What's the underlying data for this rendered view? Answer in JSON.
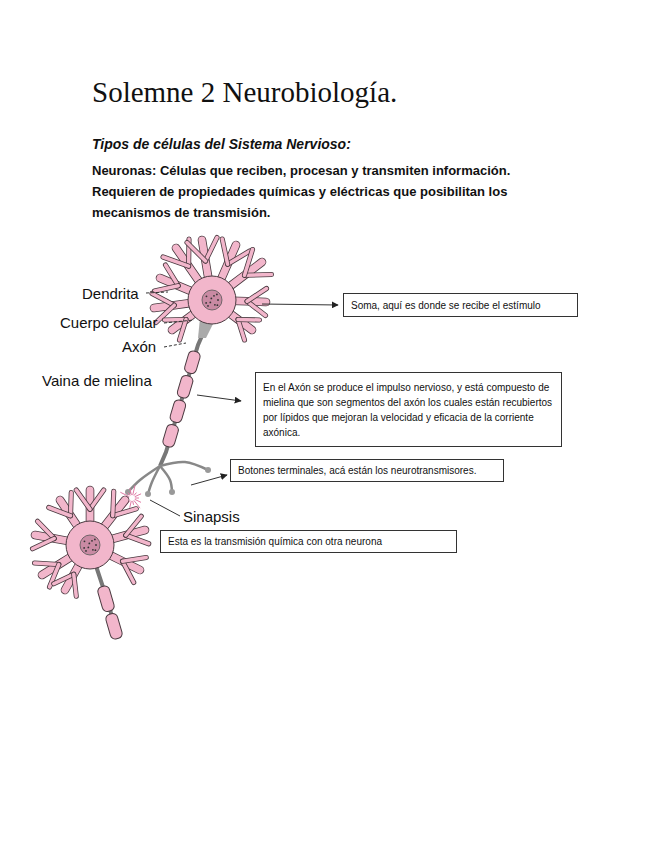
{
  "diagram": {
    "title": "Solemne 2 Neurobiología.",
    "nodes": [
      {
        "text": [
          "Soma, aquí es donde se recibe el estímulo"
        ]
      },
      {
        "text": [
          "En el Axón se produce el impulso nervioso, y está compuesto de mielina que son segmentos del axón los cuales están recubiertos por lípidos que mejoran la velocidad y eficacia de la corriente axónica."
        ]
      },
      {
        "text": [
          "Botones terminales, acá están los neurotransmisores."
        ]
      },
      {
        "text": [
          "Esta es la transmisión química con otra neurona"
        ]
      }
    ],
    "labels": [
      "Tipos de células del Sistema Nervioso:",
      "Neuronas: Células que reciben, procesan y transmiten información. Requieren de propiedades químicas y eléctricas que posibilitan los mecanismos de transmisión.",
      "Dendrita",
      "Cuerpo celular",
      "Axón",
      "Vaina de mielina",
      "Sinapsis"
    ]
  }
}
